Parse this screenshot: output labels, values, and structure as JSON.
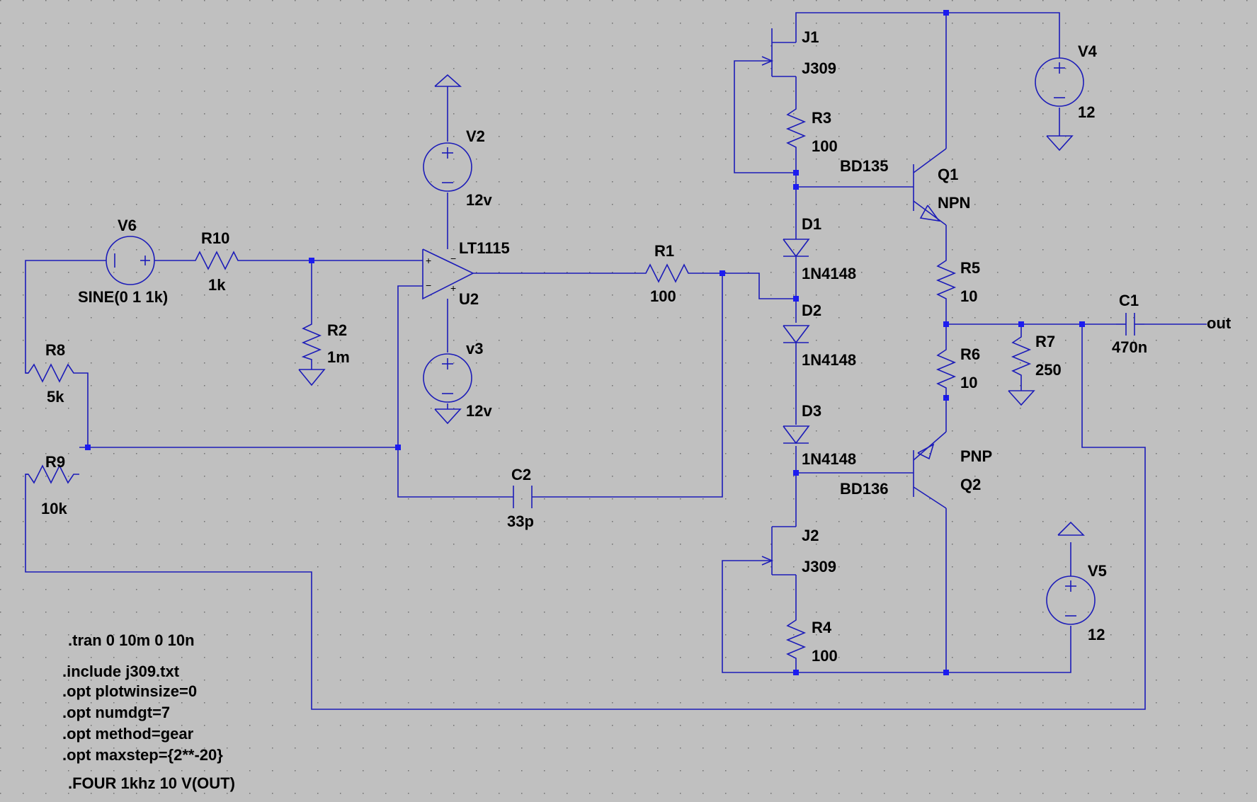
{
  "title": "",
  "colors": {
    "background": "#c0c0c0",
    "wire": "#1c1cb8",
    "junction": "#1c1cf0",
    "text": "#000000"
  },
  "components": {
    "V6": {
      "name": "V6",
      "value": "SINE(0 1 1k)"
    },
    "R10": {
      "name": "R10",
      "value": "1k"
    },
    "R2": {
      "name": "R2",
      "value": "1m"
    },
    "R8": {
      "name": "R8",
      "value": "5k"
    },
    "R9": {
      "name": "R9",
      "value": "10k"
    },
    "V2": {
      "name": "V2",
      "value": "12v"
    },
    "V3": {
      "name": "v3",
      "value": "12v"
    },
    "U2": {
      "name": "U2",
      "value": "LT1115"
    },
    "R1": {
      "name": "R1",
      "value": "100"
    },
    "C2": {
      "name": "C2",
      "value": "33p"
    },
    "J1": {
      "name": "J1",
      "value": "J309"
    },
    "R3": {
      "name": "R3",
      "value": "100"
    },
    "D1": {
      "name": "D1",
      "value": "1N4148"
    },
    "D2": {
      "name": "D2",
      "value": "1N4148"
    },
    "D3": {
      "name": "D3",
      "value": "1N4148"
    },
    "Q1": {
      "name": "Q1",
      "type": "NPN",
      "value": "BD135"
    },
    "Q2": {
      "name": "Q2",
      "type": "PNP",
      "value": "BD136"
    },
    "J2": {
      "name": "J2",
      "value": "J309"
    },
    "R4": {
      "name": "R4",
      "value": "100"
    },
    "V4": {
      "name": "V4",
      "value": "12"
    },
    "V5": {
      "name": "V5",
      "value": "12"
    },
    "R5": {
      "name": "R5",
      "value": "10"
    },
    "R6": {
      "name": "R6",
      "value": "10"
    },
    "R7": {
      "name": "R7",
      "value": "250"
    },
    "C1": {
      "name": "C1",
      "value": "470n"
    }
  },
  "net_labels": {
    "out": "out"
  },
  "pins": {
    "opamp_plus": "+",
    "opamp_minus": "−",
    "supply_plus": "+",
    "supply_minus": "−"
  },
  "directives": [
    ".tran 0 10m 0 10n",
    ".include j309.txt",
    ".opt plotwinsize=0",
    ".opt numdgt=7",
    ".opt method=gear",
    ".opt maxstep={2**-20}",
    ".FOUR 1khz 10 V(OUT)"
  ],
  "icons": {
    "ground": "ground-icon",
    "power": "power-flag-icon",
    "junction": "junction-dot-icon"
  }
}
